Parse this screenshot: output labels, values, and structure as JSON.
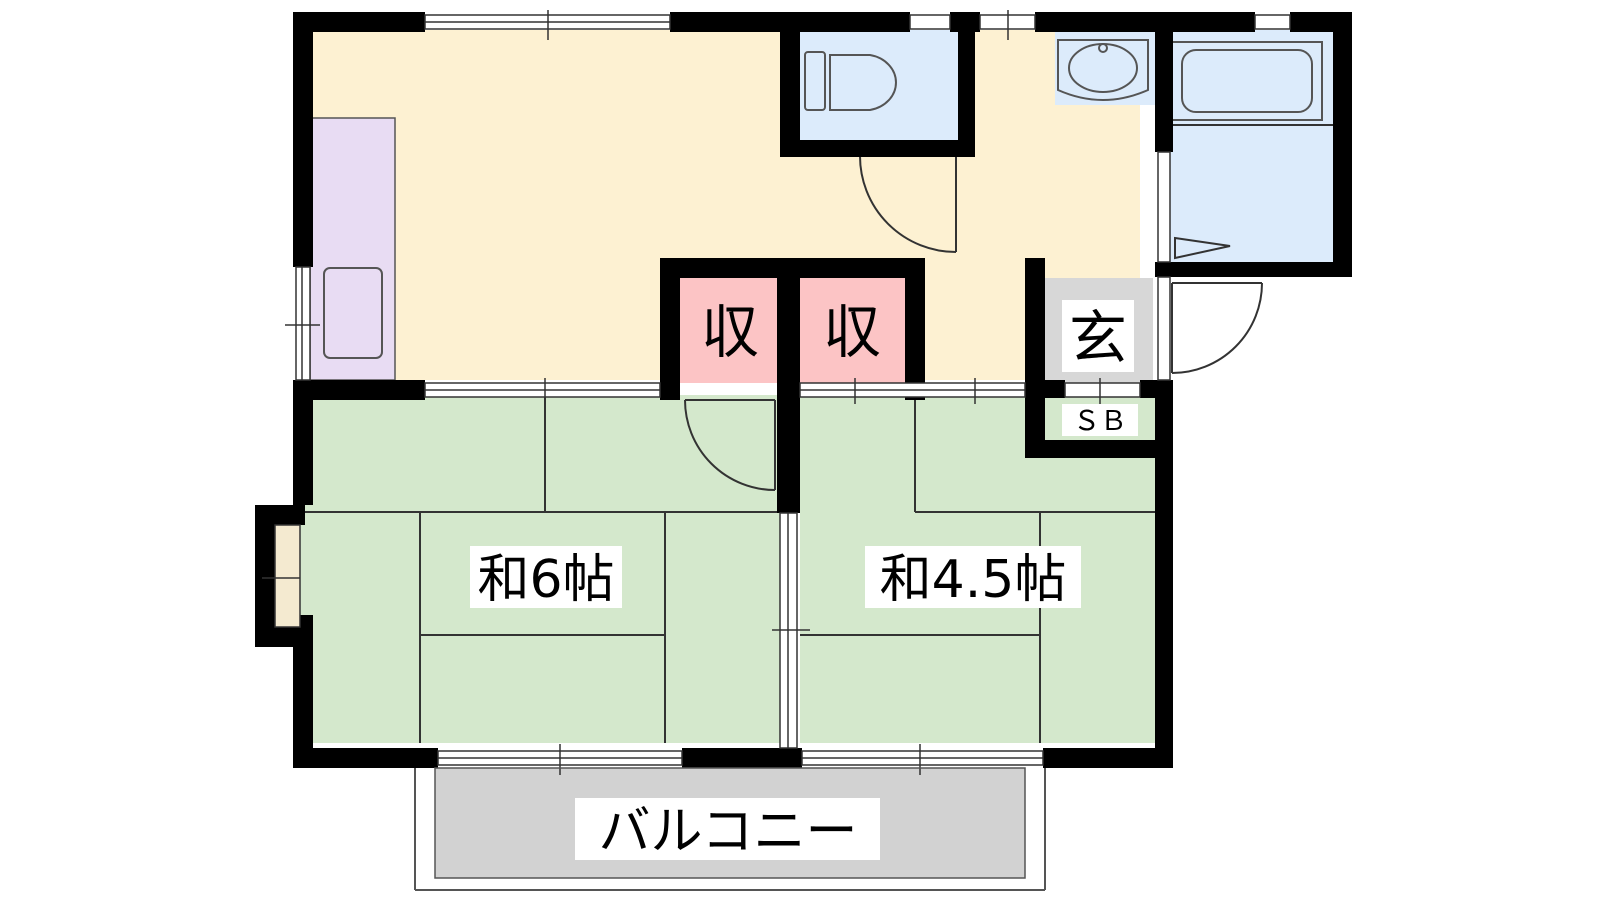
{
  "floor_plan": {
    "rooms": {
      "storage_left": "収",
      "storage_right": "収",
      "entrance": "玄",
      "shoe_box": "ＳＢ",
      "washitsu_6": "和6帖",
      "washitsu_45": "和4.5帖",
      "balcony": "バルコニー"
    },
    "colors": {
      "wall": "#000000",
      "dk_floor": "#fdf1d2",
      "kitchen_counter": "#e8dcf3",
      "wet_area": "#dcebfb",
      "storage": "#fcc4c5",
      "tatami": "#d4e8cc",
      "entrance": "#d7d7d7",
      "balcony": "#d2d2d2"
    }
  }
}
